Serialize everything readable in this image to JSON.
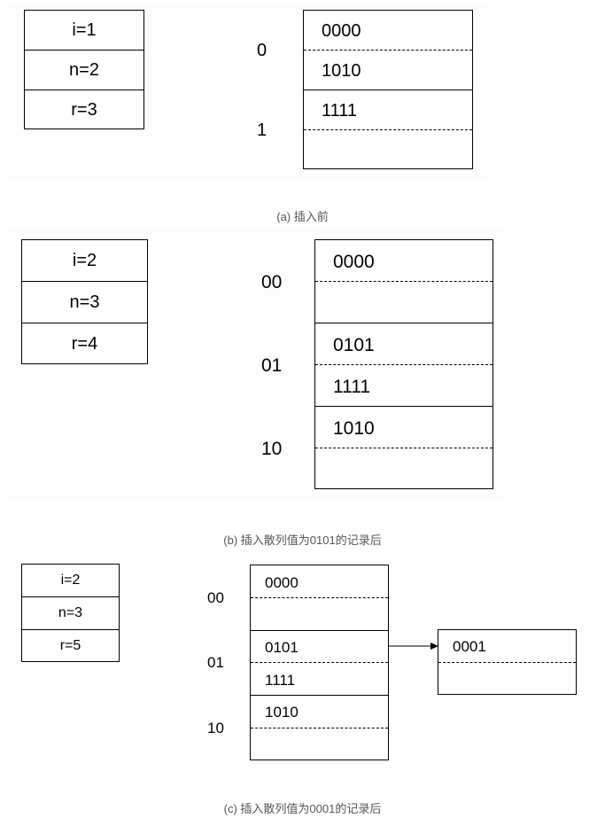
{
  "a": {
    "params": [
      "i=1",
      "n=2",
      "r=3"
    ],
    "buckets": [
      "0",
      "1"
    ],
    "records": [
      "0000",
      "1010",
      "1111"
    ],
    "caption": "(a) 插入前"
  },
  "b": {
    "params": [
      "i=2",
      "n=3",
      "r=4"
    ],
    "buckets": [
      "00",
      "01",
      "10"
    ],
    "records": [
      "0000",
      "0101",
      "1111",
      "1010"
    ],
    "caption": "(b) 插入散列值为0101的记录后"
  },
  "c": {
    "params": [
      "i=2",
      "n=3",
      "r=5"
    ],
    "buckets": [
      "00",
      "01",
      "10"
    ],
    "records": [
      "0000",
      "0101",
      "1111",
      "1010"
    ],
    "overflow": [
      "0001"
    ],
    "caption": "(c) 插入散列值为0001的记录后"
  }
}
